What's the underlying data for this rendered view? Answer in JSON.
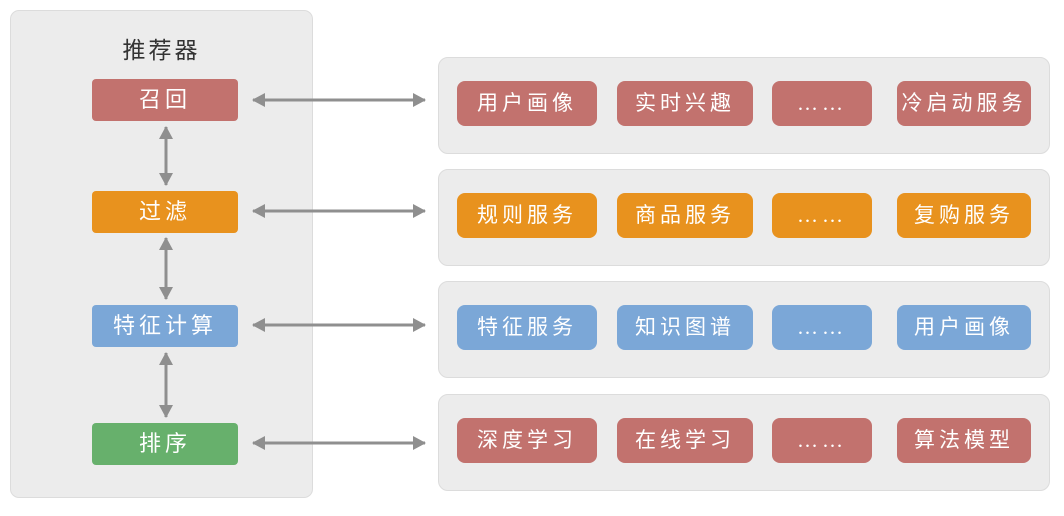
{
  "left_panel": {
    "title": "推荐器",
    "stages": [
      {
        "label": "召回",
        "color": "red"
      },
      {
        "label": "过滤",
        "color": "orange"
      },
      {
        "label": "特征计算",
        "color": "blue"
      },
      {
        "label": "排序",
        "color": "green"
      }
    ]
  },
  "service_panels": [
    {
      "color": "red",
      "boxes": [
        "用户画像",
        "实时兴趣",
        "……",
        "冷启动服务"
      ]
    },
    {
      "color": "orange",
      "boxes": [
        "规则服务",
        "商品服务",
        "……",
        "复购服务"
      ]
    },
    {
      "color": "blue",
      "boxes": [
        "特征服务",
        "知识图谱",
        "……",
        "用户画像"
      ]
    },
    {
      "color": "red",
      "boxes": [
        "深度学习",
        "在线学习",
        "……",
        "算法模型"
      ]
    }
  ],
  "colors": {
    "red": "#C2726E",
    "orange": "#E8921E",
    "blue": "#7BA7D7",
    "green": "#67B06C",
    "panel_bg": "#ECECEC",
    "panel_border": "#DCDCDC",
    "arrow": "#8F8F8F",
    "box_text": "#FFFFFF",
    "title_text": "#333333"
  }
}
